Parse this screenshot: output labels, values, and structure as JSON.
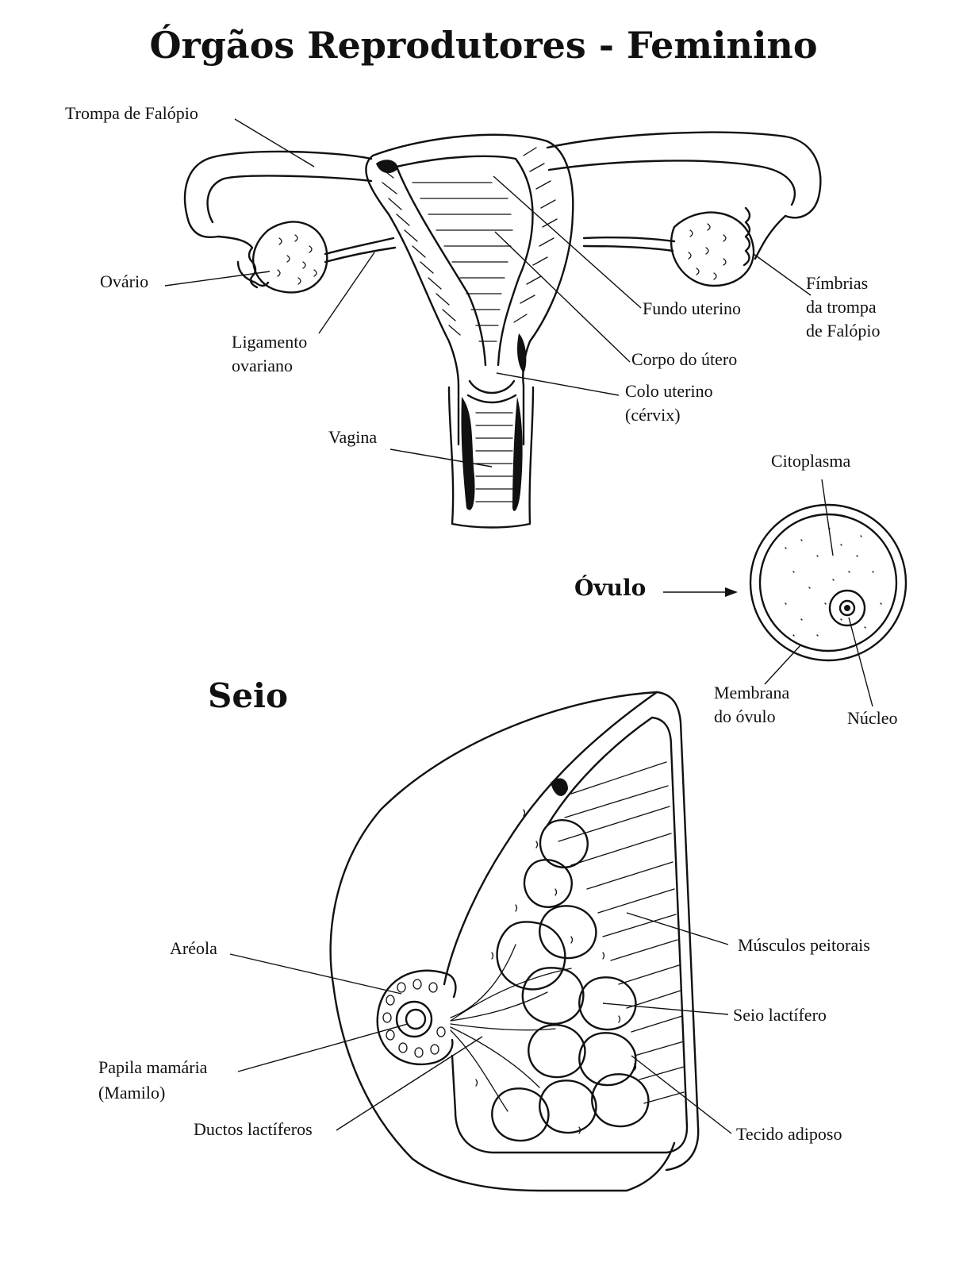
{
  "title": "Órgãos Reprodutores - Feminino",
  "uterus_labels": {
    "trompa": "Trompa de Falópio",
    "ovario": "Ovário",
    "ligamento_1": "Ligamento",
    "ligamento_2": "ovariano",
    "vagina": "Vagina",
    "fundo": "Fundo uterino",
    "corpo": "Corpo do útero",
    "colo_1": "Colo uterino",
    "colo_2": "(cérvix)",
    "fimbrias_1": "Fímbrias",
    "fimbrias_2": "da trompa",
    "fimbrias_3": "de Falópio"
  },
  "ovulo": {
    "heading": "Óvulo",
    "citoplasma": "Citoplasma",
    "membrana_1": "Membrana",
    "membrana_2": "do óvulo",
    "nucleo": "Núcleo"
  },
  "seio": {
    "heading": "Seio",
    "areola": "Aréola",
    "papila_1": "Papila mamária",
    "papila_2": "(Mamilo)",
    "ductos": "Ductos lactíferos",
    "musculos": "Músculos peitorais",
    "seio_lactifero": "Seio lactífero",
    "tecido": "Tecido adiposo"
  }
}
